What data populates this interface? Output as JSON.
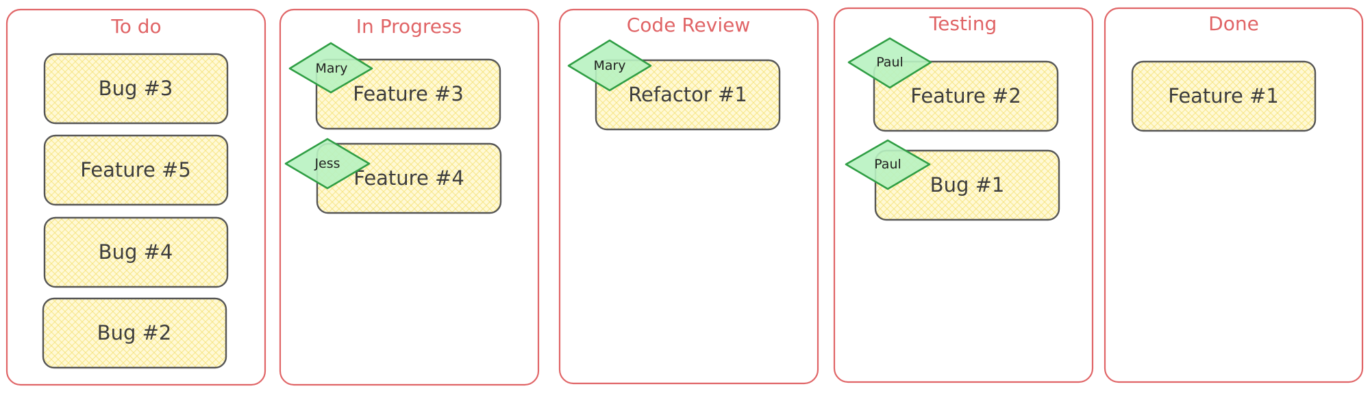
{
  "board": {
    "columns": [
      {
        "title": "To do",
        "cards": [
          {
            "label": "Bug #3"
          },
          {
            "label": "Feature #5"
          },
          {
            "label": "Bug #4"
          },
          {
            "label": "Bug #2"
          }
        ]
      },
      {
        "title": "In Progress",
        "cards": [
          {
            "label": "Feature #3",
            "assignee": "Mary"
          },
          {
            "label": "Feature #4",
            "assignee": "Jess"
          }
        ]
      },
      {
        "title": "Code Review",
        "cards": [
          {
            "label": "Refactor #1",
            "assignee": "Mary"
          }
        ]
      },
      {
        "title": "Testing",
        "cards": [
          {
            "label": "Feature #2",
            "assignee": "Paul"
          },
          {
            "label": "Bug #1",
            "assignee": "Paul"
          }
        ]
      },
      {
        "title": "Done",
        "cards": [
          {
            "label": "Feature #1"
          }
        ]
      }
    ]
  },
  "colors": {
    "column_border": "#e06466",
    "card_fill": "#fff9d6",
    "card_hatch": "#f5e27a",
    "card_border": "#555555",
    "tag_fill": "#b8f2c1",
    "tag_border": "#2f9e44"
  }
}
